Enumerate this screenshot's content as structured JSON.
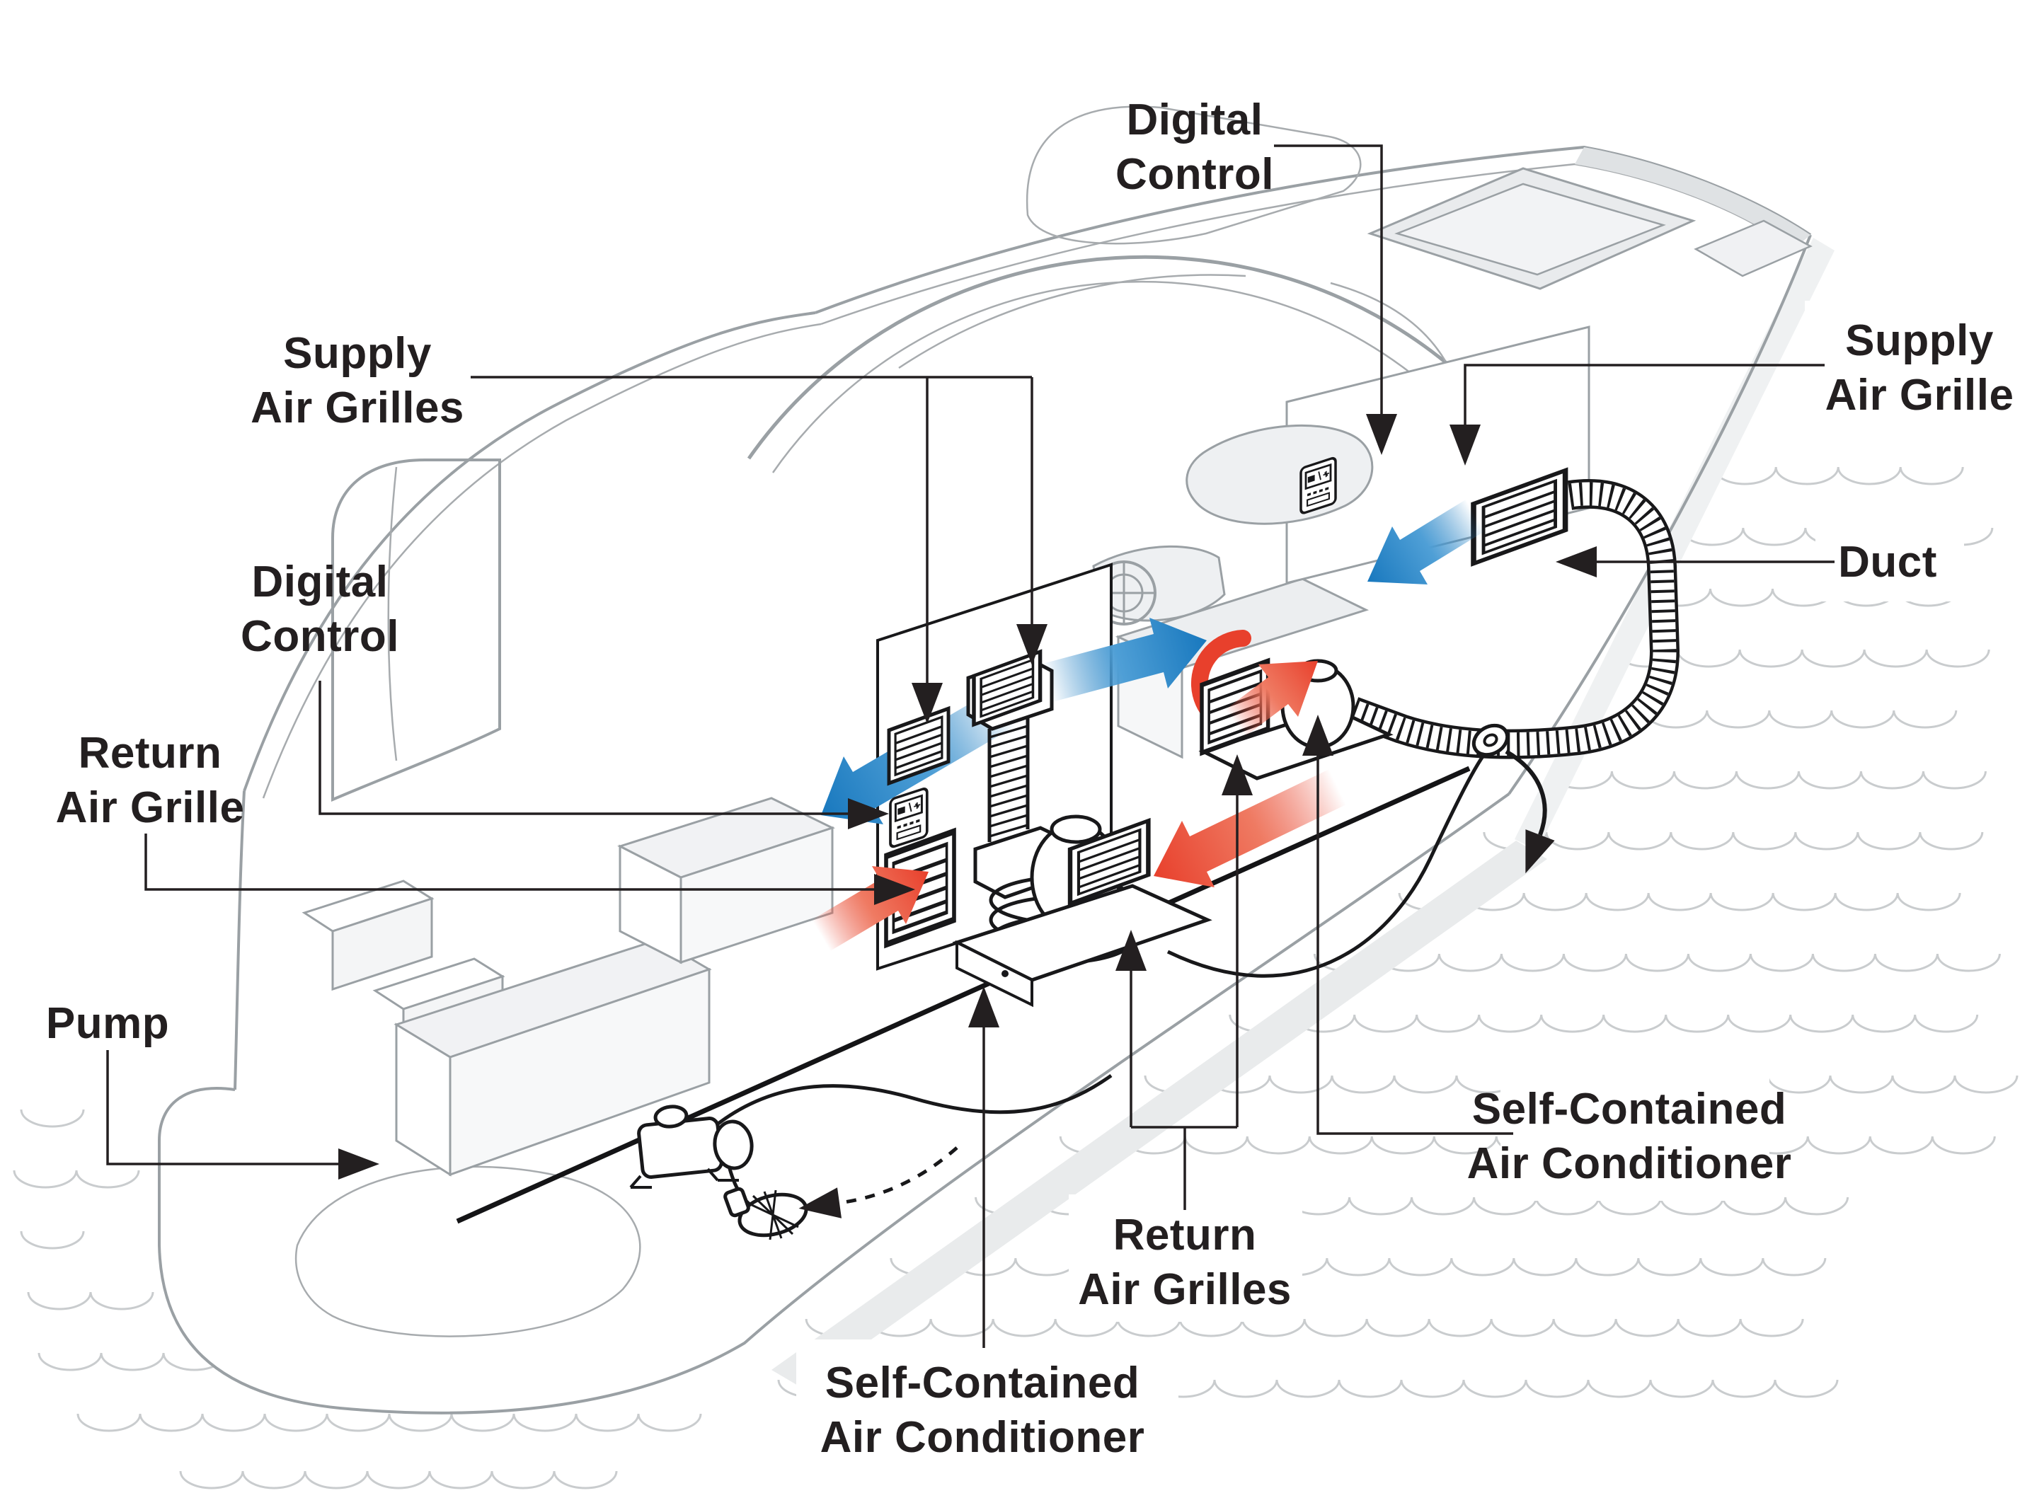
{
  "diagram": {
    "subject": "boat-air-conditioning-cutaway",
    "labels": {
      "supply_air_grilles": {
        "line1": "Supply",
        "line2": "Air Grilles"
      },
      "digital_control_top": {
        "line1": "Digital",
        "line2": "Control"
      },
      "supply_air_grille_right": {
        "line1": "Supply",
        "line2": "Air Grille"
      },
      "duct": {
        "line1": "Duct"
      },
      "digital_control_left": {
        "line1": "Digital",
        "line2": "Control"
      },
      "return_air_grille_left": {
        "line1": "Return",
        "line2": "Air Grille"
      },
      "pump": {
        "line1": "Pump"
      },
      "self_contained_ac_right": {
        "line1": "Self-Contained",
        "line2": "Air Conditioner"
      },
      "return_air_grilles_bottom": {
        "line1": "Return",
        "line2": "Air Grilles"
      },
      "self_contained_ac_bottom": {
        "line1": "Self-Contained",
        "line2": "Air Conditioner"
      }
    },
    "colors": {
      "label_text": "#231f20",
      "leader_line": "#231f20",
      "equipment_line": "#18181a",
      "boat_outline": "#9aa0a4",
      "light_fill": "#eef0f2",
      "supply_air_blue": "#1878be",
      "return_air_red": "#e8402c",
      "water_wave": "#c9ccce"
    }
  }
}
